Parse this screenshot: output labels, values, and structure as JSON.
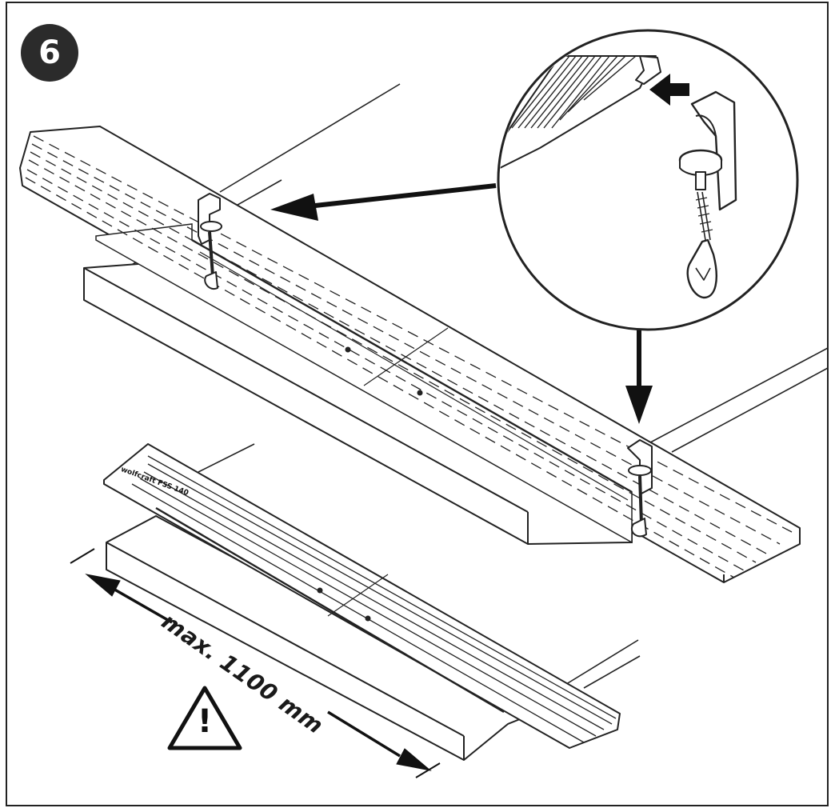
{
  "step": {
    "number": "6"
  },
  "dimension": {
    "label": "max. 1100 mm"
  },
  "rail": {
    "brand": "wolfcraft FSS 140"
  },
  "warning": {
    "symbol": "!"
  },
  "icons": [
    "step-6-badge",
    "warning-triangle-icon",
    "arrow-icon",
    "clamp-icon",
    "magnifier-circle"
  ]
}
